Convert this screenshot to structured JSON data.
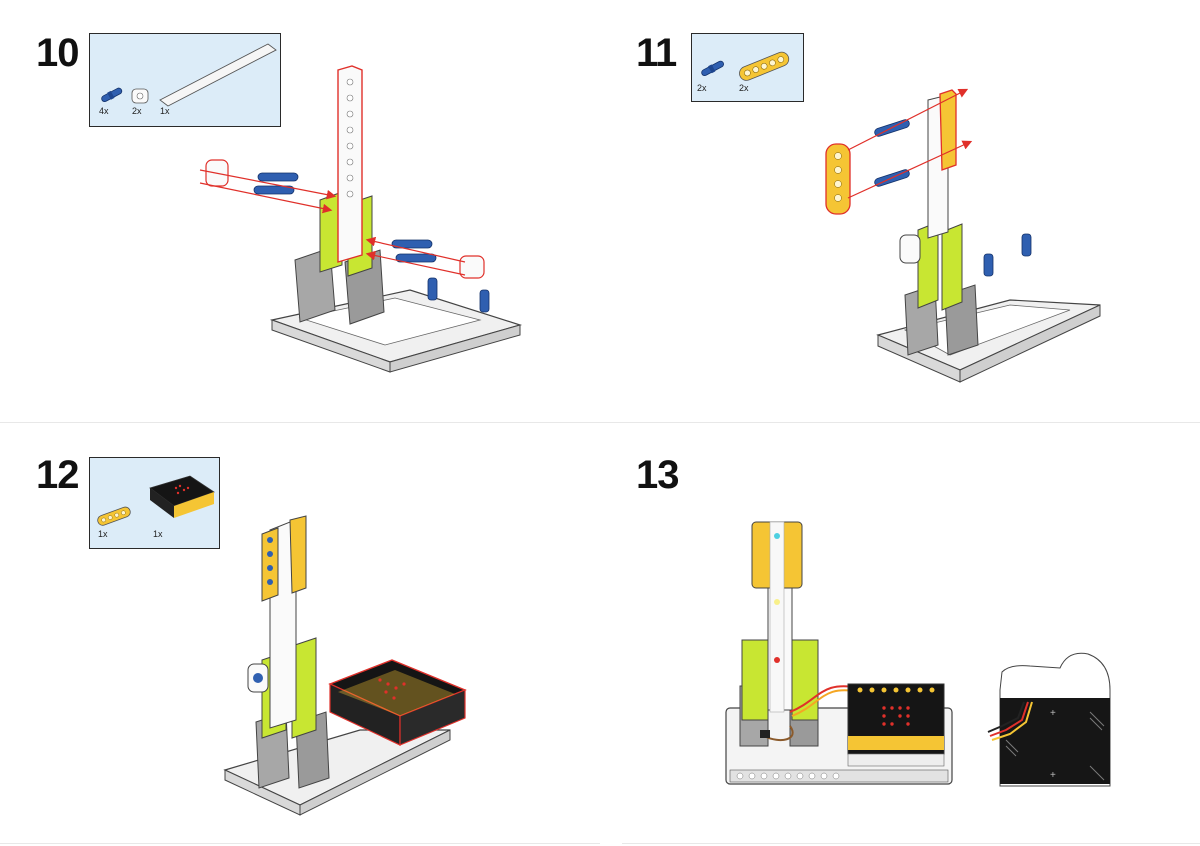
{
  "steps": [
    {
      "number": "10",
      "parts": [
        {
          "qty": "4x"
        },
        {
          "qty": "2x"
        },
        {
          "qty": "1x"
        }
      ]
    },
    {
      "number": "11",
      "parts": [
        {
          "qty": "2x"
        },
        {
          "qty": "2x"
        }
      ]
    },
    {
      "number": "12",
      "parts": [
        {
          "qty": "1x"
        },
        {
          "qty": "1x"
        }
      ]
    },
    {
      "number": "13",
      "parts": []
    }
  ],
  "colors": {
    "lime": "#c8e632",
    "yellow": "#f5c534",
    "blue_pin": "#2f5fb0",
    "gray": "#9a9a9a",
    "white_beam": "#f4f4f4",
    "arrow_red": "#e0302a",
    "parts_bg": "#dcecf8",
    "board_black": "#151515"
  }
}
